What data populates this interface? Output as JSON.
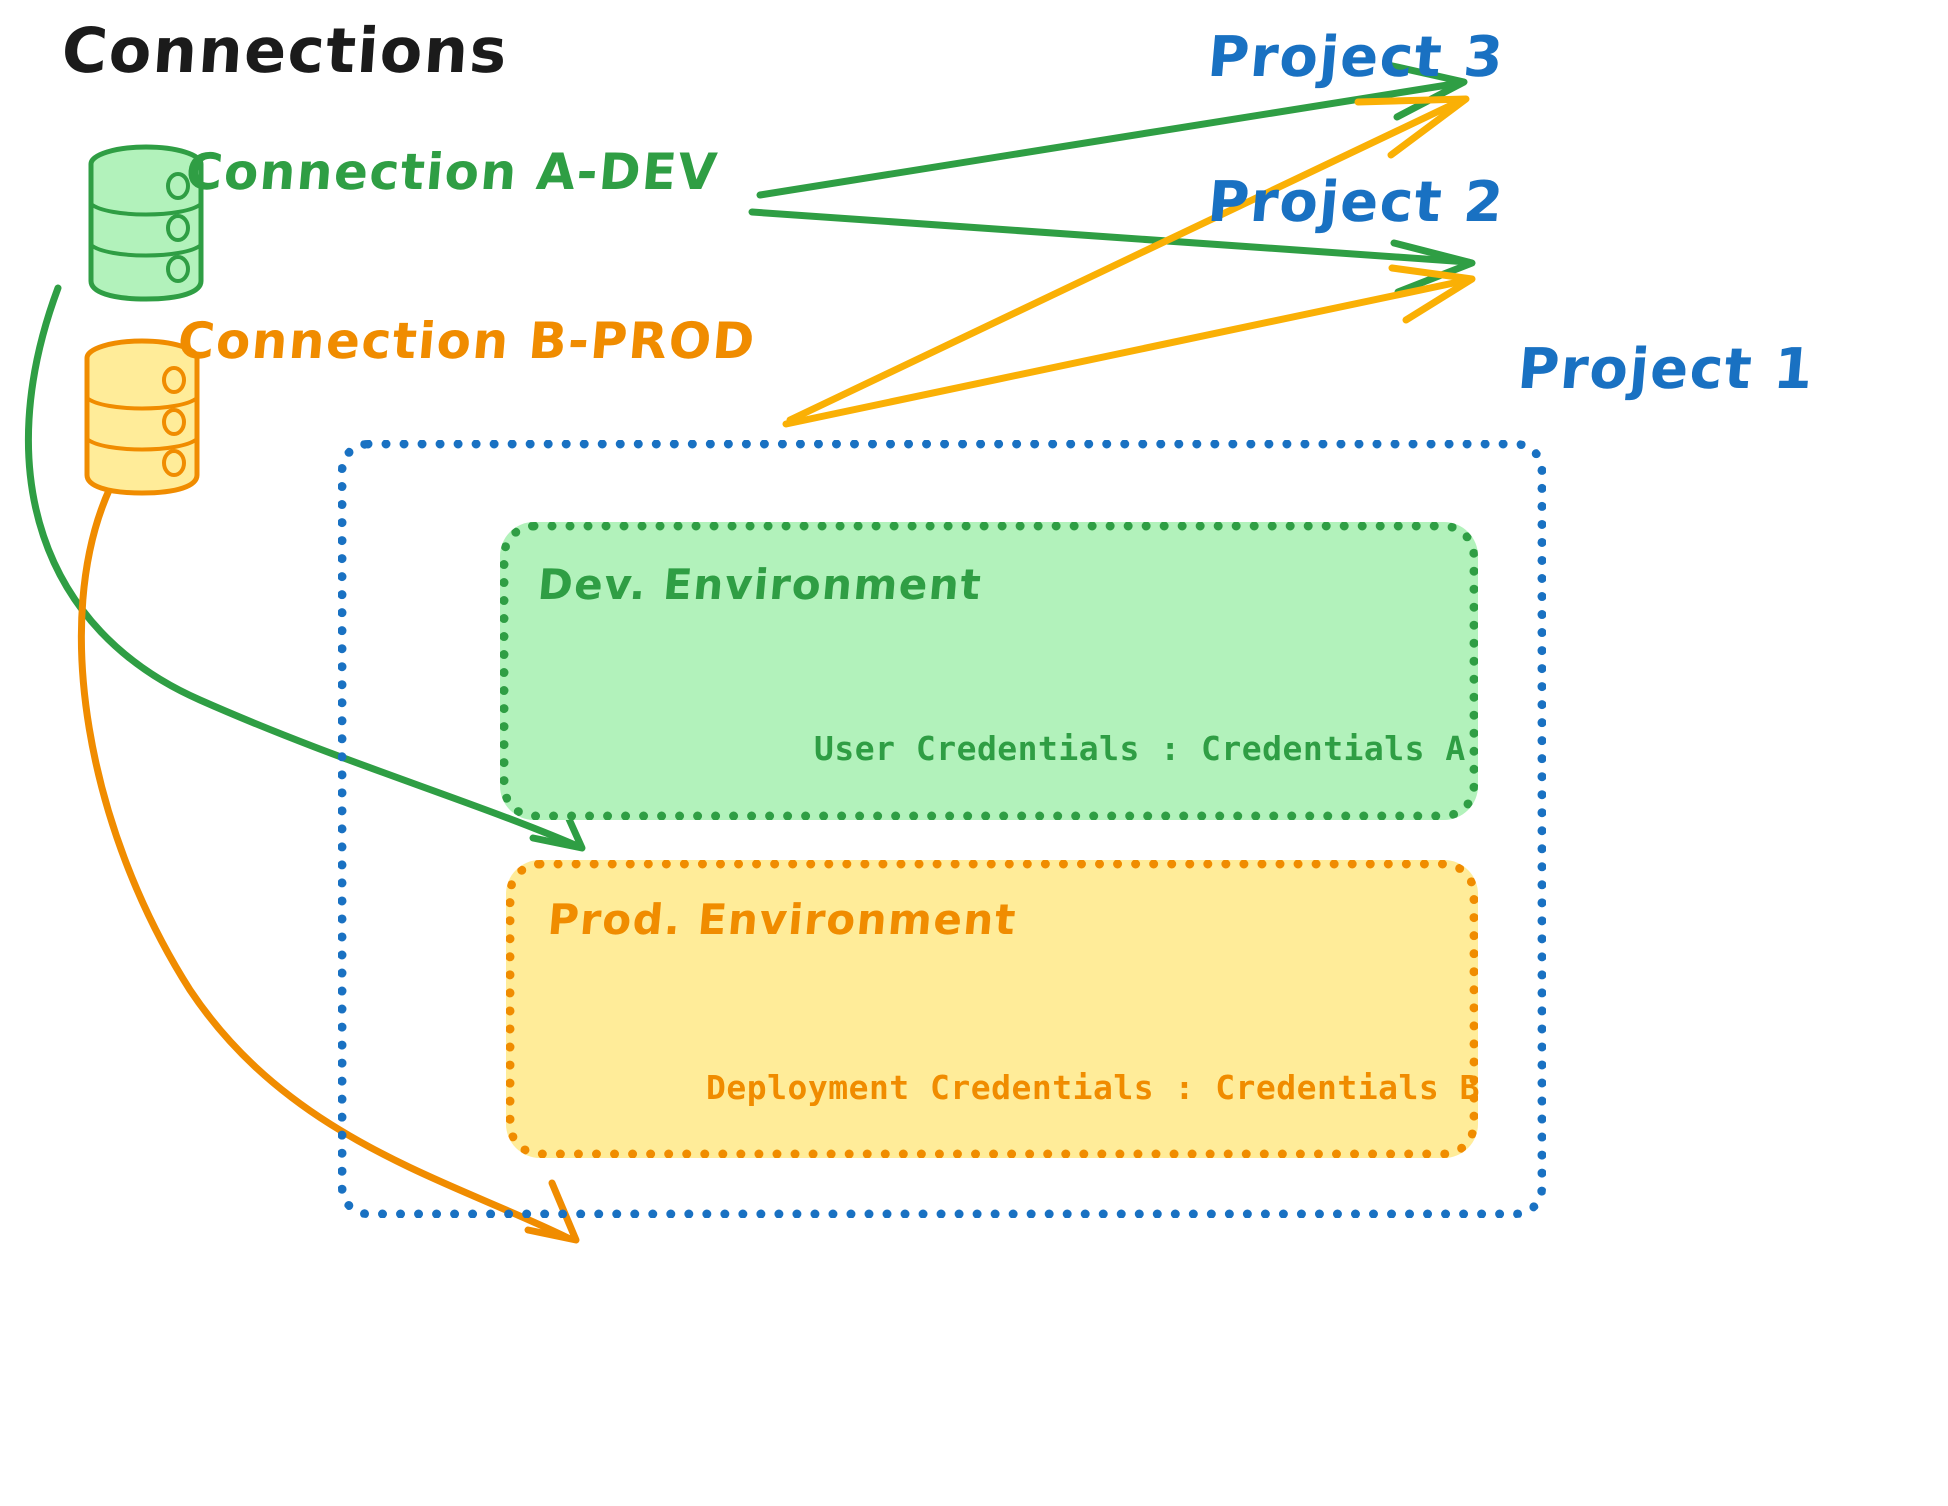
{
  "title": "Connections",
  "colors": {
    "title": "#1b1b1b",
    "dev_green": "#2f9e44",
    "dev_green_fill": "#b2f2bb",
    "prod_orange": "#f08c00",
    "prod_orange_fill": "#ffec99",
    "project_blue": "#1971c2"
  },
  "connections": [
    {
      "label": "Connection A-DEV",
      "icon": "database-icon",
      "color": "#2f9e44",
      "targets": [
        "Project 3",
        "Project 2",
        "Dev. Environment"
      ]
    },
    {
      "label": "Connection B-PROD",
      "icon": "database-icon",
      "color": "#f08c00",
      "targets": [
        "Project 3",
        "Project 2",
        "Prod. Environment"
      ]
    }
  ],
  "projects": [
    {
      "label": "Project 3"
    },
    {
      "label": "Project 2"
    },
    {
      "label": "Project 1"
    }
  ],
  "project1": {
    "label": "Project 1",
    "environments": [
      {
        "name": "Dev. Environment",
        "credential_key": "User Credentials",
        "credential_separator": ":",
        "credential_value": "Credentials A",
        "credential_line": "User Credentials : Credentials A",
        "color": "#2f9e44",
        "fill": "#b2f2bb"
      },
      {
        "name": "Prod. Environment",
        "credential_key": "Deployment Credentials",
        "credential_separator": ":",
        "credential_value": "Credentials B",
        "credential_line": "Deployment Credentials : Credentials B",
        "color": "#f08c00",
        "fill": "#ffec99"
      }
    ]
  }
}
